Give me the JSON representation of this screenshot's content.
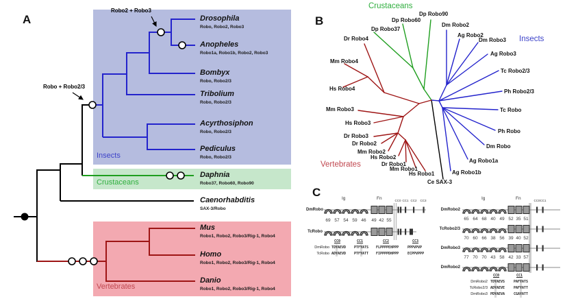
{
  "panelA": {
    "panel_label": "A",
    "node_labels": {
      "robo2_robo3": "Robo2 + Robo3",
      "robo_robo23": "Robo + Robo2/3"
    },
    "groups": {
      "insects": "Insects",
      "crustaceans": "Crustaceans",
      "vertebrates": "Vertebrates"
    },
    "species": [
      {
        "name": "Drosophila",
        "genes": "Robo, Robo2, Robo3"
      },
      {
        "name": "Anopheles",
        "genes": "Robo1a, Robo1b, Robo2, Robo3"
      },
      {
        "name": "Bombyx",
        "genes": "Robo, Robo2/3"
      },
      {
        "name": "Tribolium",
        "genes": "Robo, Robo2/3"
      },
      {
        "name": "Acyrthosiphon",
        "genes": "Robo, Robo2/3"
      },
      {
        "name": "Pediculus",
        "genes": "Robo, Robo2/3"
      },
      {
        "name": "Daphnia",
        "genes": "Robo37, Robo60, Robo90"
      },
      {
        "name": "Caenorhabditis",
        "genes": "SAX-3/Robo"
      },
      {
        "name": "Mus",
        "genes": "Robo1, Robo2, Robo3/Rig-1, Robo4"
      },
      {
        "name": "Homo",
        "genes": "Robo1, Robo2, Robo3/Rig-1, Robo4"
      },
      {
        "name": "Danio",
        "genes": "Robo1, Robo2, Robo3/Rig-1, Robo4"
      }
    ]
  },
  "panelB": {
    "panel_label": "B",
    "groups": {
      "crustaceans": "Crustaceans",
      "insects": "Insects",
      "vertebrates": "Vertebrates"
    },
    "taxa": [
      {
        "label": "Dp Robo90"
      },
      {
        "label": "Dp Robo60"
      },
      {
        "label": "Dp Robo37"
      },
      {
        "label": "Dm Robo2"
      },
      {
        "label": "Ag Robo2"
      },
      {
        "label": "Dm Robo3"
      },
      {
        "label": "Ag Robo3"
      },
      {
        "label": "Tc Robo2/3"
      },
      {
        "label": "Ph Robo2/3"
      },
      {
        "label": "Tc Robo"
      },
      {
        "label": "Ph Robo"
      },
      {
        "label": "Dm Robo"
      },
      {
        "label": "Ag Robo1a"
      },
      {
        "label": "Ag Robo1b"
      },
      {
        "label": "Ce SAX-3"
      },
      {
        "label": "Dr Robo4"
      },
      {
        "label": "Mm Robo4"
      },
      {
        "label": "Hs Robo4"
      },
      {
        "label": "Mm Robo3"
      },
      {
        "label": "Hs Robo3"
      },
      {
        "label": "Dr Robo3"
      },
      {
        "label": "Dr Robo2"
      },
      {
        "label": "Mm Robo2"
      },
      {
        "label": "Hs Robo2"
      },
      {
        "label": "Dr Robo1"
      },
      {
        "label": "Mm Robo1"
      },
      {
        "label": "Hs Robo1"
      }
    ]
  },
  "panelC": {
    "panel_label": "C",
    "left": {
      "domain_labels": {
        "ig": "Ig",
        "fn": "Fn",
        "cc0": "CC0",
        "cc1": "CC1",
        "cc2": "CC2",
        "cc3": "CC3"
      },
      "row_labels": [
        "DmRobo",
        "TcRobo"
      ],
      "identity_percents": [
        "69",
        "57",
        "54",
        "59",
        "46",
        "49",
        "42",
        "55"
      ],
      "motif_table": {
        "headers": [
          "CC0",
          "CC1",
          "CC2",
          "CC3"
        ],
        "rows": [
          {
            "label": "DmRobo",
            "cc0": "TDYAEVD",
            "cc1": "PTFYATS",
            "cc2": "FLPPPPEHPPP",
            "cc3": "PPPVPVP"
          },
          {
            "label": "TcRobo",
            "cc0": "ADYAEVD",
            "cc1": "PTFYATT",
            "cc2": "FIPPPPDHPPP",
            "cc3": "ECPPVPPP"
          }
        ]
      }
    },
    "right": {
      "domain_labels": {
        "ig": "Ig",
        "fn": "Fn",
        "cc0": "CC0",
        "cc1": "CC1"
      },
      "row_labels": [
        "DmRobo2",
        "TcRobo2/3",
        "DmRobo3",
        "DmRobo2"
      ],
      "identity_rows": [
        [
          "65",
          "64",
          "68",
          "40",
          "49",
          "52",
          "35",
          "51"
        ],
        [
          "70",
          "60",
          "66",
          "38",
          "56",
          "39",
          "40",
          "52"
        ],
        [
          "77",
          "70",
          "70",
          "43",
          "58",
          "42",
          "33",
          "57"
        ]
      ],
      "motif_table": {
        "headers": [
          "CC0",
          "CC1"
        ],
        "rows": [
          {
            "label": "DmRobo2",
            "cc0": "TDYAEVS",
            "cc1": "PAFYATS"
          },
          {
            "label": "TcRobo2/3",
            "cc0": "ADYAEVE",
            "cc1": "PAFYATT"
          },
          {
            "label": "DmRobo3",
            "cc0": "PDYAEVA",
            "cc1": "CGAYATT"
          }
        ]
      }
    }
  },
  "colors": {
    "insect_branch": "#2323cc",
    "crustacean_branch": "#1e9e1e",
    "vertebrate_branch": "#9e1515",
    "insect_box": "#b5bcdf",
    "crustacean_box": "#c6e7cb",
    "vertebrate_box": "#f3a9b1"
  }
}
